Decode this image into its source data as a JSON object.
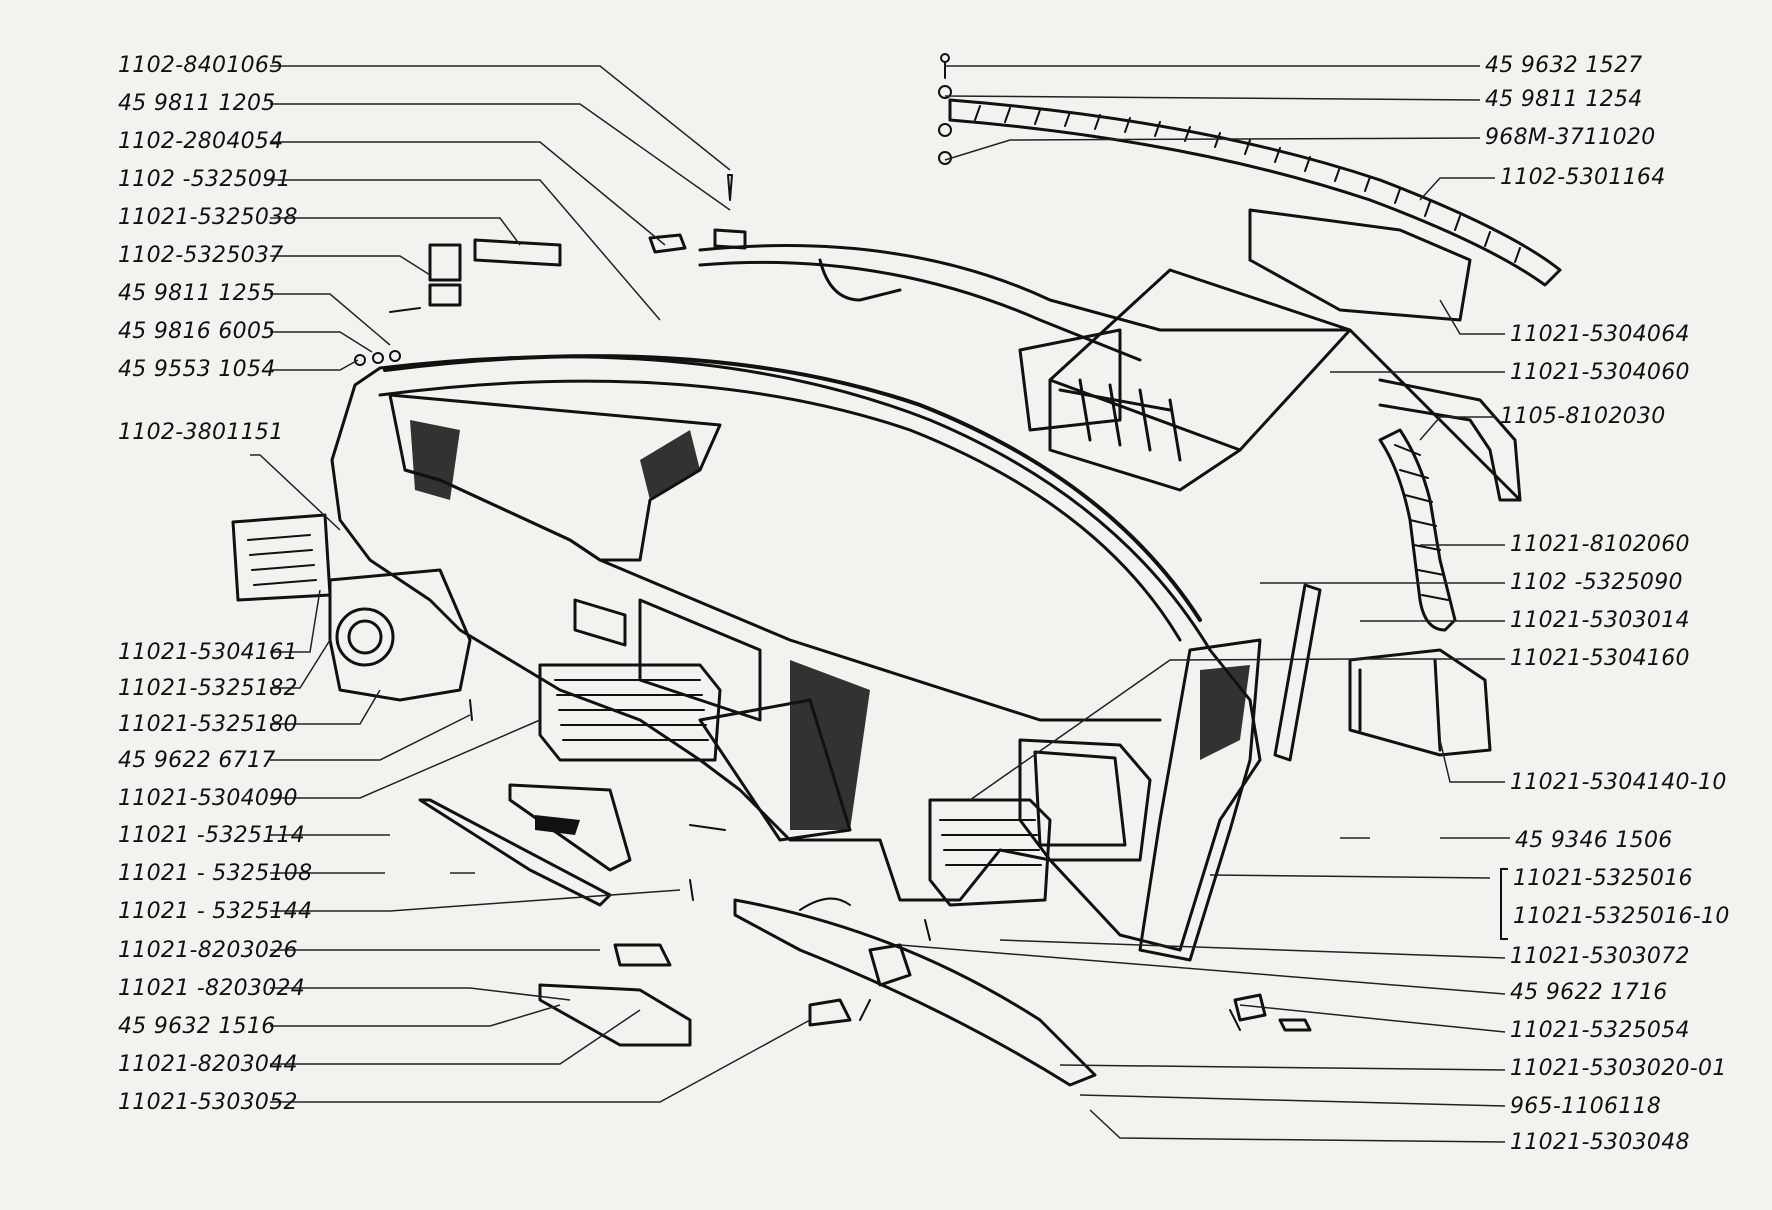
{
  "left_labels": [
    "1102-8401065",
    "45 9811 1205",
    "1102-2804054",
    "1102 -5325091",
    "11021-5325038",
    "1102-5325037",
    "45 9811 1255",
    "45 9816 6005",
    "45 9553 1054",
    "1102-3801151",
    "11021-5304161",
    "11021-5325182",
    "11021-5325180",
    "45 9622 6717",
    "11021-5304090",
    "11021 -5325114",
    "11021 - 5325108",
    "11021 - 5325144",
    "11021-8203026",
    "11021 -8203024",
    "45 9632 1516",
    "11021-8203044",
    "11021-5303052"
  ],
  "right_labels": [
    "45 9632 1527",
    "45 9811 1254",
    "968M-3711020",
    "1102-5301164",
    "11021-5304064",
    "11021-5304060",
    "1105-8102030",
    "11021-8102060",
    "1102 -5325090",
    "11021-5303014",
    "11021-5304160",
    "11021-5304140-10",
    "45 9346 1506",
    "11021-5325016",
    "11021-5325016-10",
    "11021-5303072",
    "45 9622 1716",
    "11021-5325054",
    "11021-5303020-01",
    "965-1106118",
    "11021-5303048"
  ]
}
